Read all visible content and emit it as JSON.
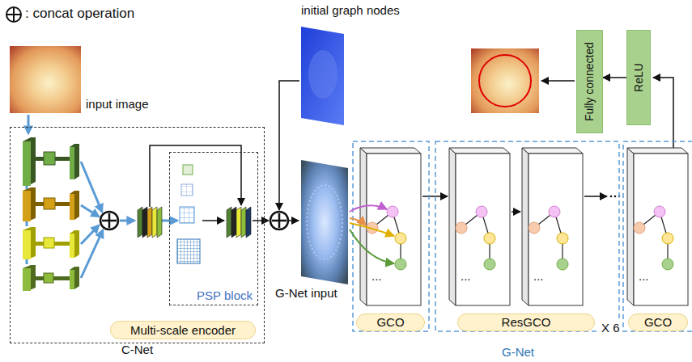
{
  "diagram": {
    "nodes": [
      {
        "text": [
          "C-Net"
        ]
      },
      {
        "text": [
          "PSP block"
        ],
        "in": 0
      },
      {
        "text": [
          "Multi-scale encoder"
        ],
        "in": 0
      },
      {
        "text": [
          "GCO"
        ]
      },
      {
        "text": [
          "ResGCO"
        ]
      },
      {
        "text": [
          "GCO"
        ]
      },
      {
        "text": [
          "Fully connected"
        ]
      },
      {
        "text": [
          "ReLU"
        ]
      }
    ],
    "edges": [
      {
        "from": 7,
        "to": 6,
        "arrow": "to"
      }
    ],
    "labels": [
      "input image",
      "initial graph nodes",
      "G-Net input",
      "X 6",
      "G-Net",
      "...",
      "...",
      "...",
      "..."
    ],
    "legend": [
      {
        "text": ": concat operation"
      }
    ]
  }
}
